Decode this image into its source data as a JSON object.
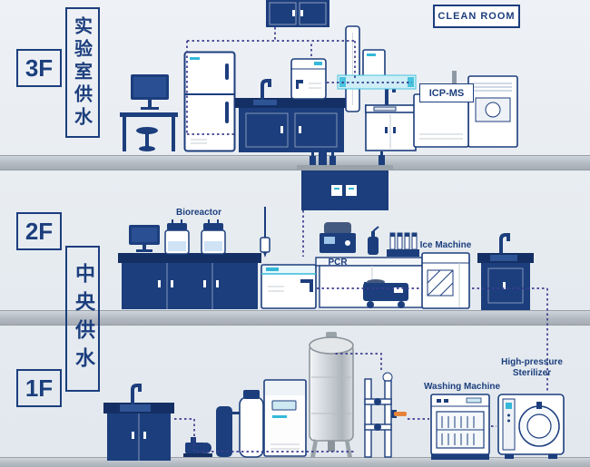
{
  "floors": [
    {
      "tag": "3F",
      "section_title": "实验室供水"
    },
    {
      "tag": "2F",
      "section_title": "中央供水"
    },
    {
      "tag": "1F",
      "section_title": ""
    }
  ],
  "signs": {
    "clean_room": "CLEAN ROOM",
    "icp_ms": "ICP-MS"
  },
  "equipment_labels": {
    "bioreactor": "Bioreactor",
    "pcr": "PCR",
    "ice_machine": "Ice Machine",
    "washing_machine": "Washing Machine",
    "sterilizer_line1": "High-pressure",
    "sterilizer_line2": "Sterilizer"
  },
  "colors": {
    "navy": "#1c3e7d",
    "navy_dark": "#142f63",
    "cyan": "#35b9d9",
    "pipe_dotted": "#3d3d90",
    "background": "#e7ecf1",
    "slab_gray": "#b3bac2",
    "valve_orange": "#e8833a"
  }
}
